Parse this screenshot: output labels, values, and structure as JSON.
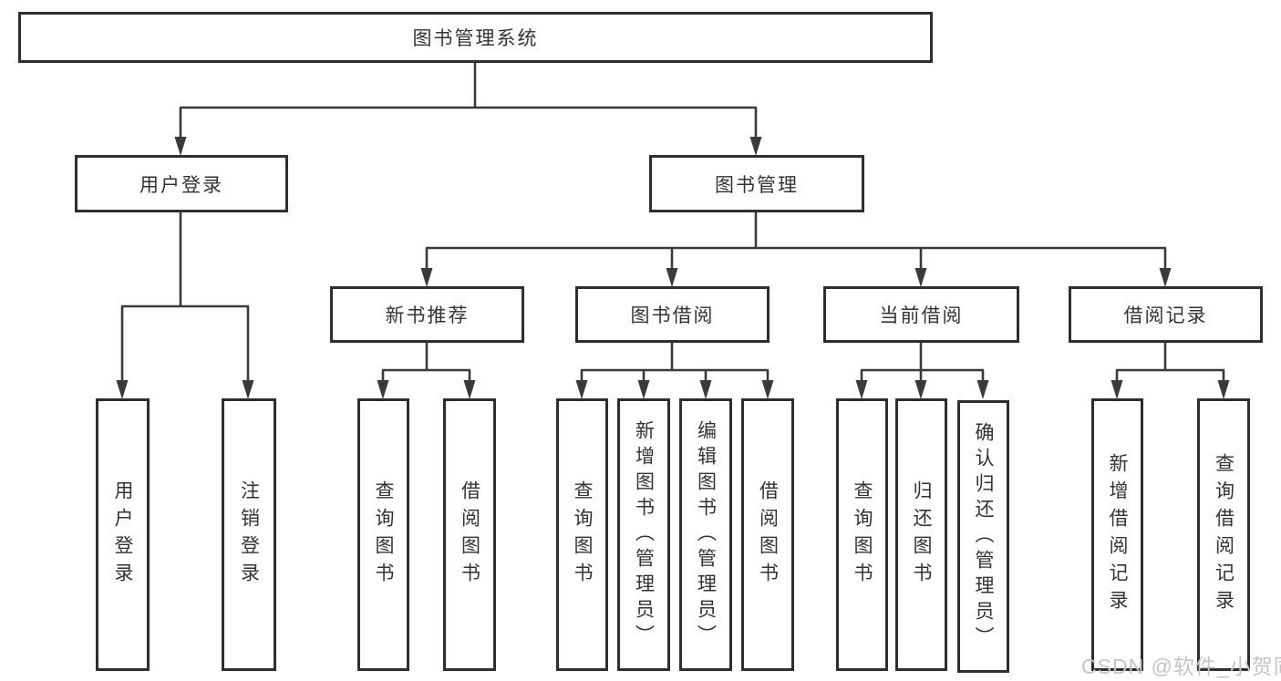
{
  "diagram": {
    "root": {
      "label": "图书管理系统"
    },
    "level2": {
      "user_login": {
        "label": "用户登录"
      },
      "book_mgmt": {
        "label": "图书管理"
      }
    },
    "level3": {
      "new_book": {
        "label": "新书推荐"
      },
      "borrow": {
        "label": "图书借阅"
      },
      "current": {
        "label": "当前借阅"
      },
      "record": {
        "label": "借阅记录"
      }
    },
    "leaves": {
      "login": {
        "label": "用户登录"
      },
      "logout": {
        "label": "注销登录"
      },
      "nb_query": {
        "label": "查询图书"
      },
      "nb_borrow": {
        "label": "借阅图书"
      },
      "bw_query": {
        "label": "查询图书"
      },
      "bw_add": {
        "label": "新增图书（管理员）"
      },
      "bw_edit": {
        "label": "编辑图书（管理员）"
      },
      "bw_borrow": {
        "label": "借阅图书"
      },
      "cu_query": {
        "label": "查询图书"
      },
      "cu_return": {
        "label": "归还图书"
      },
      "cu_confirm": {
        "label": "确认归还（管理员）"
      },
      "rec_add": {
        "label": "新增借阅记录"
      },
      "rec_query": {
        "label": "查询借阅记录"
      }
    }
  },
  "watermark": {
    "text": "CSDN @软件_小贺同学"
  },
  "colors": {
    "line": "#3a3a3a",
    "box_border": "#2e2e2e",
    "text": "#333333",
    "background": "#ffffff",
    "watermark": "#c4c4c4"
  }
}
